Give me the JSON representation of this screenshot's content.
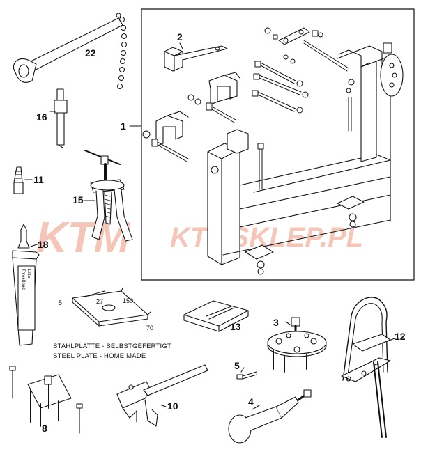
{
  "diagram": {
    "watermark": {
      "logo": "KTM",
      "shop": "KTMSKLEP.PL",
      "color": "#f2b4a0"
    },
    "callouts": {
      "c1": "1",
      "c2": "2",
      "c3": "3",
      "c4": "4",
      "c5": "5",
      "c8": "8",
      "c10": "10",
      "c11": "11",
      "c12": "12",
      "c13": "13",
      "c15": "15",
      "c16": "16",
      "c18": "18",
      "c22": "22"
    },
    "plate_dims": {
      "width": "150",
      "height": "70",
      "thickness": "5",
      "hole": "27"
    },
    "plate_note": {
      "de": "STAHLPLATTE - SELBSTGEFERTIGT",
      "en": "STEEL PLATE - HOME MADE"
    },
    "tube_label": {
      "brand": "ThreeBond",
      "code": "1215"
    }
  }
}
